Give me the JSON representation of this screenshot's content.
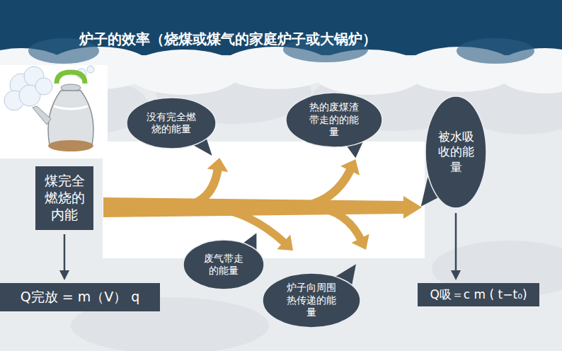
{
  "diagram": {
    "title": "炉子的效率（烧煤或煤气的家庭炉子或大锅炉）",
    "nodes": [
      {
        "text": [
          "没有完全燃烧的能量"
        ]
      },
      {
        "text": [
          "热的废煤渣带走的的能量"
        ]
      },
      {
        "text": [
          "被水吸收的能量"
        ]
      },
      {
        "text": [
          "煤完全燃烧的内能"
        ]
      },
      {
        "text": [
          "废气带走的能量"
        ]
      },
      {
        "text": [
          "炉子向周围热传递的能量"
        ]
      },
      {
        "text": [
          "Q完放 = m（V） q"
        ]
      },
      {
        "text": [
          "Q吸＝c m ( t−t₀)"
        ]
      }
    ],
    "edges": [
      {
        "from": 3,
        "to": 2,
        "arrow": "to"
      },
      {
        "from": 3,
        "to": 0,
        "arrow": "to"
      },
      {
        "from": 3,
        "to": 1,
        "arrow": "to"
      },
      {
        "from": 3,
        "to": 4,
        "arrow": "to"
      },
      {
        "from": 3,
        "to": 5,
        "arrow": "to"
      },
      {
        "from": 3,
        "to": 6,
        "arrow": "to"
      },
      {
        "from": 2,
        "to": 7,
        "arrow": "to"
      }
    ]
  }
}
